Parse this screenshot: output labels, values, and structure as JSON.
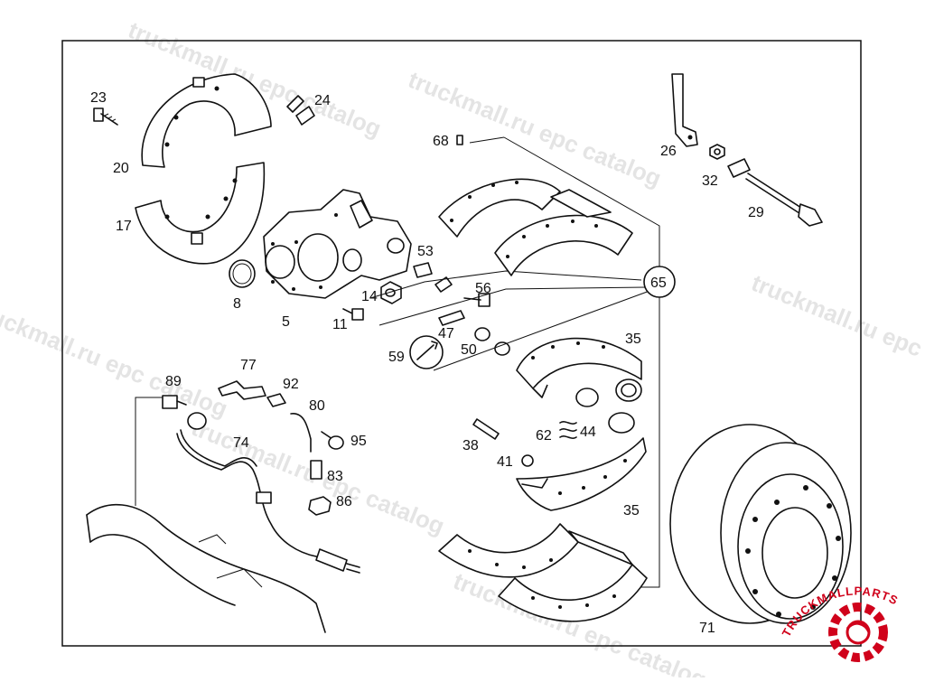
{
  "watermark_text": "truckmall.ru epc catalog",
  "brand": {
    "logo_text": "TRUCKMALLPARTS",
    "accent": "#d0021b",
    "ink": "#111111"
  },
  "callouts": [
    "23",
    "24",
    "20",
    "17",
    "8",
    "5",
    "11",
    "14",
    "53",
    "56",
    "47",
    "59",
    "50",
    "68",
    "65",
    "26",
    "32",
    "29",
    "35",
    "44",
    "62",
    "38",
    "41",
    "35",
    "71",
    "89",
    "77",
    "92",
    "80",
    "95",
    "74",
    "83",
    "86"
  ]
}
